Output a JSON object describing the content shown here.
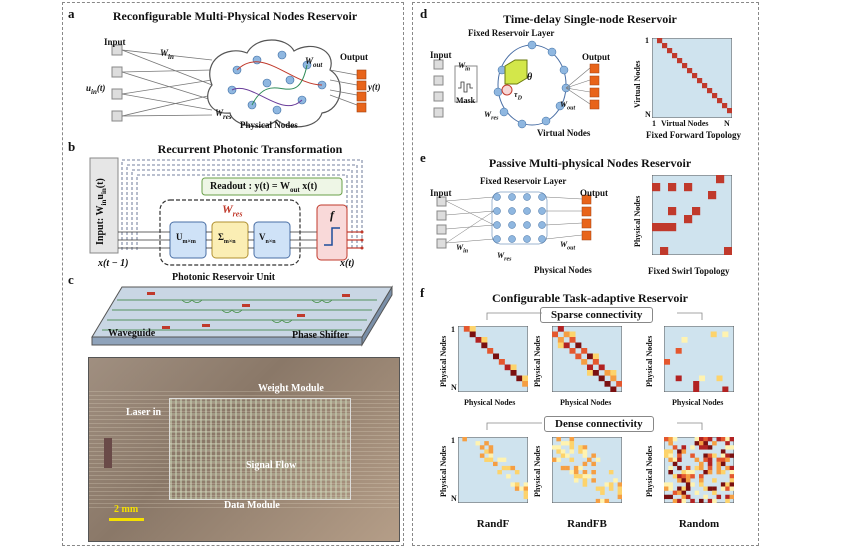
{
  "left": {
    "a": {
      "label": "a",
      "title": "Reconfigurable Multi-Physical Nodes Reservoir",
      "input": "Input",
      "u_in": "u",
      "u_in_sub": "in",
      "u_in_t": "(t)",
      "w_in": "W",
      "w_in_sub": "in",
      "w_out": "W",
      "w_out_sub": "out",
      "w_res": "W",
      "w_res_sub": "res",
      "physical_nodes": "Physical Nodes",
      "output": "Output",
      "y_t": "y(t)"
    },
    "b": {
      "label": "b",
      "title": "Recurrent Photonic Transformation",
      "input_label": "Input: W",
      "input_sub": "in",
      "input_u": "u",
      "input_u_sub": "in",
      "input_t": "(t)",
      "readout": "Readout : y(t) = W",
      "readout_sub": "out",
      "readout_x": " x(t)",
      "w_res": "W",
      "w_res_sub": "res",
      "u": "U",
      "u_sub": "m×m",
      "sigma": "Σ",
      "sigma_sub": "m×n",
      "v": "V",
      "v_sub": "n×n",
      "f": "f",
      "x_prev": "x(t − 1)",
      "x_t": "x(t)",
      "unit": "Photonic Reservoir Unit"
    },
    "c": {
      "label": "c",
      "waveguide": "Waveguide",
      "phase_shifter": "Phase Shifter",
      "weight_module": "Weight Module",
      "laser_in": "Laser in",
      "signal_flow": "Signal Flow",
      "data_module": "Data Module",
      "scale": "2 mm"
    }
  },
  "right": {
    "d": {
      "label": "d",
      "title": "Time-delay Single-node Reservoir",
      "fixed_layer": "Fixed Reservoir Layer",
      "input": "Input",
      "w_in": "W",
      "w_in_sub": "in",
      "mask": "Mask",
      "theta": "θ",
      "tau": "τ",
      "tau_sub": "D",
      "w_res": "W",
      "w_res_sub": "res",
      "w_out": "W",
      "w_out_sub": "out",
      "output": "Output",
      "virtual_nodes": "Virtual Nodes",
      "axis_y": "Virtual Nodes",
      "axis_x": "Virtual  Nodes",
      "tick_1": "1",
      "tick_n": "N",
      "topology": "Fixed Forward Topology"
    },
    "e": {
      "label": "e",
      "title": "Passive Multi-physical Nodes Reservoir",
      "fixed_layer": "Fixed Reservoir Layer",
      "input": "Input",
      "output": "Output",
      "w_in": "W",
      "w_in_sub": "in",
      "w_res": "W",
      "w_res_sub": "res",
      "w_out": "W",
      "w_out_sub": "out",
      "physical_nodes": "Physical Nodes",
      "axis_y": "Physical Nodes",
      "topology": "Fixed Swirl Topology"
    },
    "f": {
      "label": "f",
      "title": "Configurable Task-adaptive Reservoir",
      "sparse": "Sparse connectivity",
      "dense": "Dense connectivity",
      "axis": "Physical Nodes",
      "tick_1": "1",
      "tick_n": "N",
      "names": [
        "RandF",
        "RandFB",
        "Random"
      ]
    }
  },
  "colors": {
    "matrix_bg": "#cfe3ee",
    "accent_red": "#c0392b",
    "orange": "#e8641a",
    "node_blue": "#8fb7e0",
    "chip": "#8a7a6a"
  }
}
